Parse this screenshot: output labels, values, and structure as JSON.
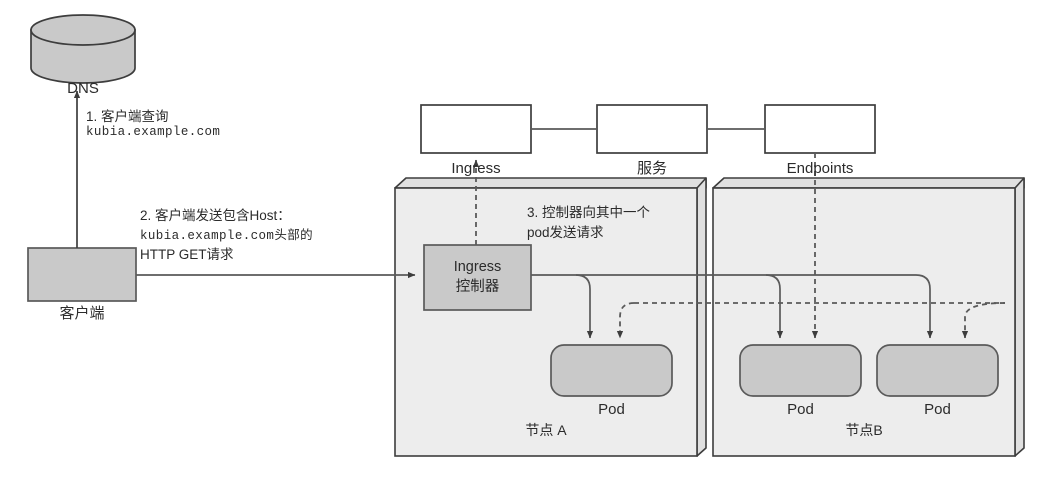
{
  "diagram": {
    "title": "Kubernetes Ingress request flow",
    "colors": {
      "shape_fill": "#c9c9c9",
      "node_fill": "#ededed",
      "white_fill": "#ffffff",
      "stroke": "#5a5a5a",
      "stroke_dark": "#3d3d3d",
      "text": "#2b2b2b",
      "bevel_fill": "#e3e3e3"
    },
    "shapes": {
      "dns": {
        "label": "DNS",
        "kind": "cylinder"
      },
      "client": {
        "label": "客户端",
        "kind": "rect"
      },
      "ingress_resource": {
        "label": "Ingress",
        "kind": "rect"
      },
      "service": {
        "label": "服务",
        "kind": "rect"
      },
      "endpoints": {
        "label": "Endpoints",
        "kind": "rect"
      },
      "ingress_controller": {
        "label_line1": "Ingress",
        "label_line2": "控制器",
        "kind": "rect"
      }
    },
    "nodes": [
      {
        "name": "节点 A",
        "pods": [
          {
            "label": "Pod"
          }
        ]
      },
      {
        "name": "节点B",
        "pods": [
          {
            "label": "Pod"
          },
          {
            "label": "Pod"
          }
        ]
      }
    ],
    "annotations": [
      {
        "id": "step1",
        "lines": [
          "1.  客户端查询",
          "kubia.example.com"
        ],
        "mono_lines": [
          false,
          true
        ]
      },
      {
        "id": "step2",
        "lines": [
          "2.  客户端发送包含Host：",
          "kubia.example.com头部的",
          "HTTP GET请求"
        ],
        "mono_lines": [
          false,
          true,
          false
        ]
      },
      {
        "id": "step3",
        "lines": [
          "3. 控制器向其中一个",
          "pod发送请求"
        ],
        "mono_lines": [
          false,
          false
        ]
      }
    ]
  }
}
